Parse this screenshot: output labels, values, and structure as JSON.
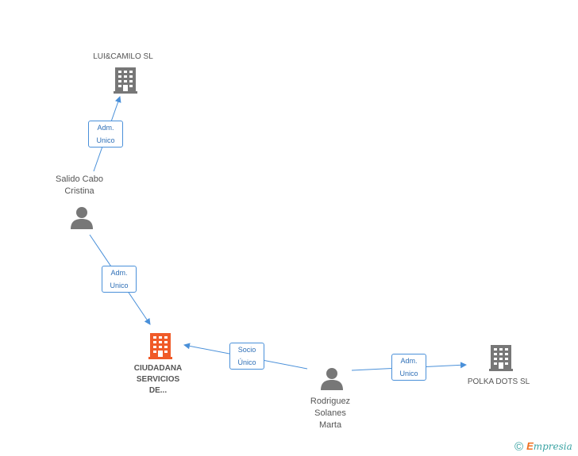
{
  "nodes": {
    "luicamilo": {
      "label": "LUI&CAMILO SL",
      "type": "company",
      "icon": "building-icon",
      "color": "#777777"
    },
    "salido": {
      "label": "Salido Cabo\nCristina",
      "type": "person",
      "icon": "person-icon",
      "color": "#777777"
    },
    "ciudadana": {
      "label": "CIUDADANA\nSERVICIOS\nDE...",
      "type": "company",
      "icon": "building-icon",
      "color": "#f05a28"
    },
    "rodriguez": {
      "label": "Rodriguez\nSolanes\nMarta",
      "type": "person",
      "icon": "person-icon",
      "color": "#777777"
    },
    "polka": {
      "label": "POLKA DOTS  SL",
      "type": "company",
      "icon": "building-icon",
      "color": "#777777"
    }
  },
  "edges": [
    {
      "id": "salido-luicamilo",
      "label": "Adm.\nUnico"
    },
    {
      "id": "salido-ciudadana",
      "label": "Adm.\nUnico"
    },
    {
      "id": "rodriguez-ciudadana",
      "label": "Socio\nÚnico"
    },
    {
      "id": "rodriguez-polka",
      "label": "Adm.\nUnico"
    }
  ],
  "footer": {
    "copyright": "©",
    "brand_initial": "E",
    "brand_rest": "mpresia"
  },
  "colors": {
    "edge": "#4a90d9",
    "accent": "#f05a28",
    "node": "#777777"
  }
}
